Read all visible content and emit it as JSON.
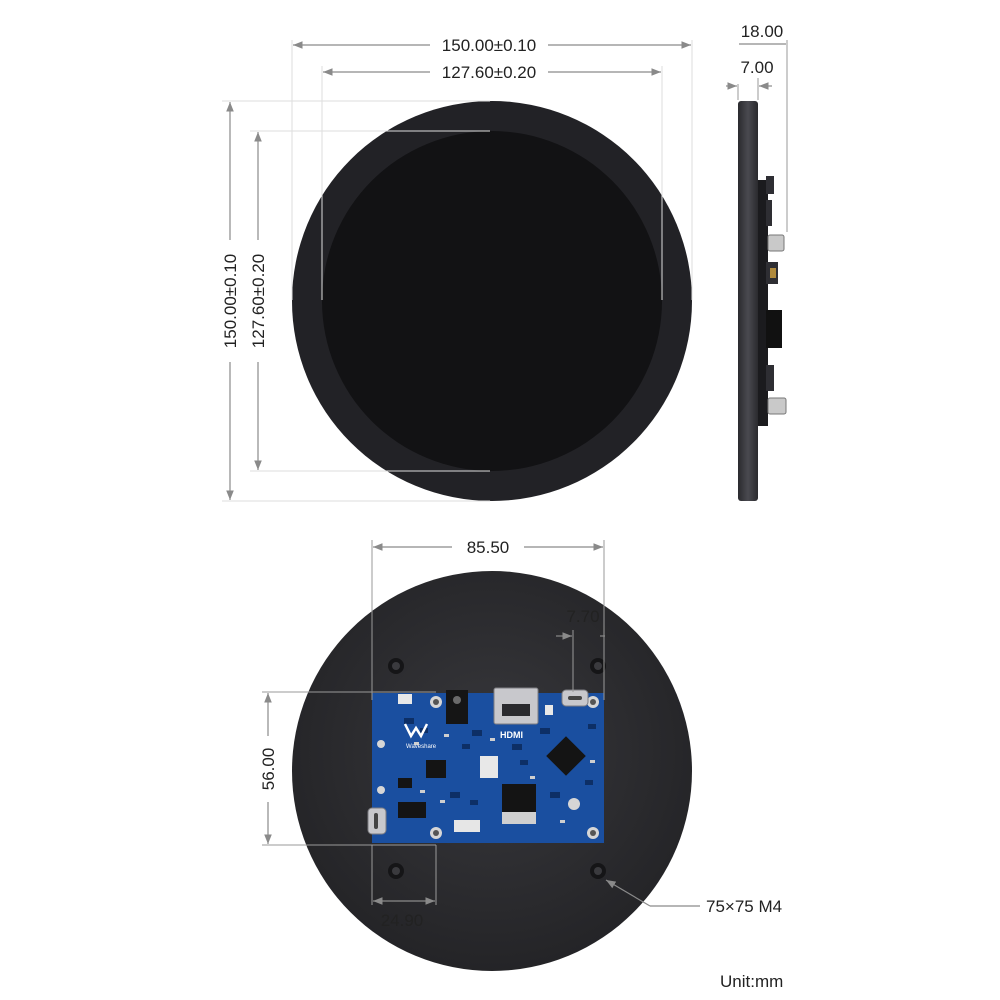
{
  "front_view": {
    "outer_width": "150.00±0.10",
    "display_width": "127.60±0.20",
    "outer_height": "150.00±0.10",
    "display_height": "127.60±0.20"
  },
  "side_view": {
    "total_depth": "18.00",
    "panel_depth": "7.00"
  },
  "back_view": {
    "board_width": "85.50",
    "port_offset": "7.70",
    "board_height": "56.00",
    "hole_offset": "24.90",
    "mount_label": "75×75 M4",
    "hdmi_label": "HDMI",
    "brand_label": "Waveshare"
  },
  "unit_label": "Unit:mm",
  "colors": {
    "panel_body": "#222226",
    "panel_glass": "#121214",
    "back_body": "#2b2b2e",
    "pcb_blue": "#1a4fa0",
    "dimension_line": "#8a8a8a"
  }
}
